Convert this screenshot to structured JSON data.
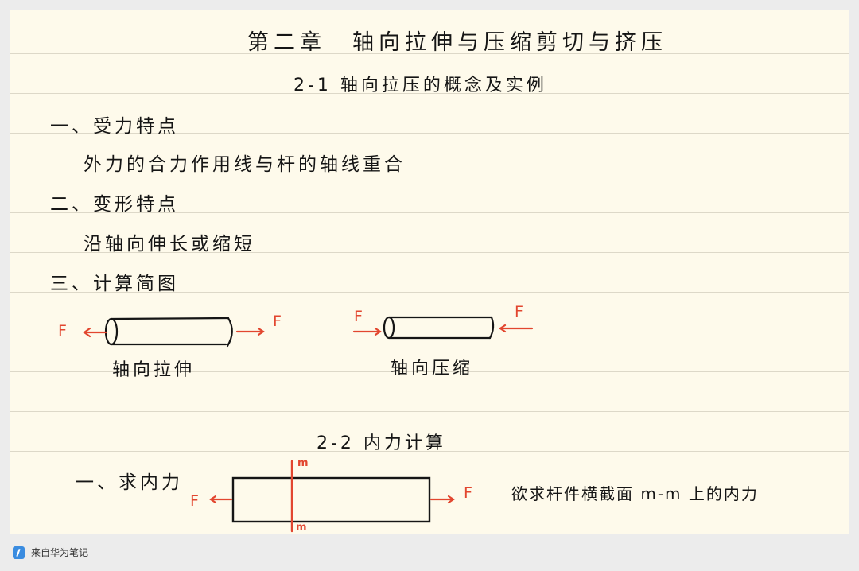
{
  "note": {
    "chapter_title": "第二章　轴向拉伸与压缩剪切与挤压",
    "section_2_1": "2-1 轴向拉压的概念及实例",
    "items": [
      {
        "heading": "一、受力特点",
        "content": "外力的合力作用线与杆的轴线重合"
      },
      {
        "heading": "二、变形特点",
        "content": "沿轴向伸长或缩短"
      },
      {
        "heading": "三、计算简图",
        "content": ""
      }
    ],
    "diagrams": {
      "tension": {
        "caption": "轴向拉伸",
        "left_force": "F",
        "right_force": "F"
      },
      "compression": {
        "caption": "轴向压缩",
        "left_force": "F",
        "right_force": "F"
      }
    },
    "section_2_2": "2-2 内力计算",
    "internal_force": {
      "heading": "一、求内力",
      "left_force": "F",
      "right_force": "F",
      "section_top": "m",
      "section_bottom": "m",
      "description": "欲求杆件横截面 m-m 上的内力"
    },
    "colors": {
      "ink": "#151515",
      "accent_red": "#e2462f",
      "paper": "#fefaeb",
      "rule": "#ddd8c8"
    }
  },
  "footer": {
    "icon": "huawei-notes-icon",
    "source_text": "来自华为笔记"
  }
}
